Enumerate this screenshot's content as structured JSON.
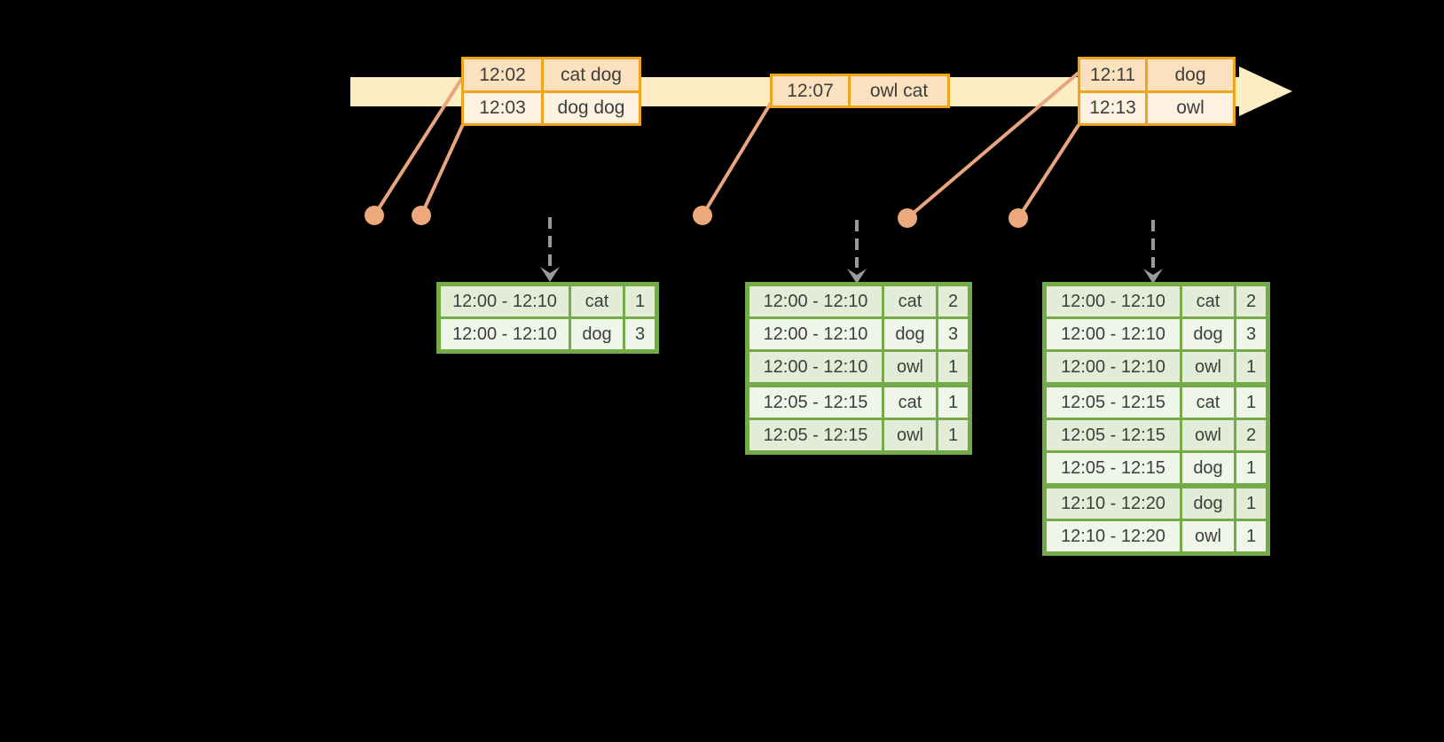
{
  "colors": {
    "background": "#000000",
    "timeline_band": "#fdedc2",
    "event_border": "#f0a41d",
    "event_row_dark": "#fbe1bd",
    "event_row_light": "#fdf2e0",
    "connector": "#e9a57e",
    "trigger_arrow": "#9a9a9a",
    "table_border": "#74aa48",
    "table_row_dark": "#e3ecd7",
    "table_row_light": "#f0f5ea",
    "text": "#3e3e3e"
  },
  "icons": {
    "timeline_arrowhead": "right-pointing-arrowhead",
    "event_marker": "filled-circle",
    "trigger_arrow": "dashed-down-arrow"
  },
  "events": [
    {
      "rows": [
        {
          "time": "12:02",
          "words": "cat dog"
        },
        {
          "time": "12:03",
          "words": "dog dog"
        }
      ]
    },
    {
      "rows": [
        {
          "time": "12:07",
          "words": "owl cat"
        }
      ]
    },
    {
      "rows": [
        {
          "time": "12:11",
          "words": "dog"
        },
        {
          "time": "12:13",
          "words": "owl"
        }
      ]
    }
  ],
  "result_tables": [
    {
      "rows": [
        {
          "window": "12:00 - 12:10",
          "word": "cat",
          "count": "1"
        },
        {
          "window": "12:00 - 12:10",
          "word": "dog",
          "count": "3"
        }
      ]
    },
    {
      "rows": [
        {
          "window": "12:00 - 12:10",
          "word": "cat",
          "count": "2"
        },
        {
          "window": "12:00 - 12:10",
          "word": "dog",
          "count": "3"
        },
        {
          "window": "12:00 - 12:10",
          "word": "owl",
          "count": "1"
        },
        {
          "window": "12:05 - 12:15",
          "word": "cat",
          "count": "1"
        },
        {
          "window": "12:05 - 12:15",
          "word": "owl",
          "count": "1"
        }
      ]
    },
    {
      "rows": [
        {
          "window": "12:00 - 12:10",
          "word": "cat",
          "count": "2"
        },
        {
          "window": "12:00 - 12:10",
          "word": "dog",
          "count": "3"
        },
        {
          "window": "12:00 - 12:10",
          "word": "owl",
          "count": "1"
        },
        {
          "window": "12:05 - 12:15",
          "word": "cat",
          "count": "1"
        },
        {
          "window": "12:05 - 12:15",
          "word": "owl",
          "count": "2"
        },
        {
          "window": "12:05 - 12:15",
          "word": "dog",
          "count": "1"
        },
        {
          "window": "12:10 - 12:20",
          "word": "dog",
          "count": "1"
        },
        {
          "window": "12:10 - 12:20",
          "word": "owl",
          "count": "1"
        }
      ]
    }
  ]
}
